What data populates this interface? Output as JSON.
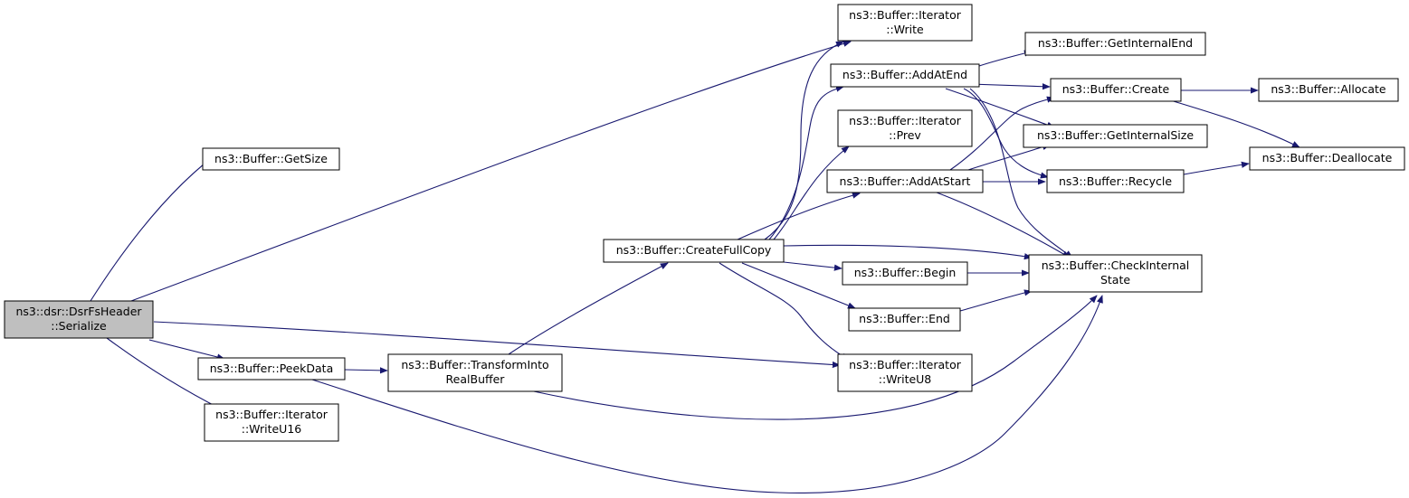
{
  "nodes": {
    "serialize": [
      "ns3::dsr::DsrFsHeader",
      "::Serialize"
    ],
    "getsize": [
      "ns3::Buffer::GetSize"
    ],
    "peekdata": [
      "ns3::Buffer::PeekData"
    ],
    "writeu16": [
      "ns3::Buffer::Iterator",
      "::WriteU16"
    ],
    "transform": [
      "ns3::Buffer::TransformInto",
      "RealBuffer"
    ],
    "createfullcopy": [
      "ns3::Buffer::CreateFullCopy"
    ],
    "write": [
      "ns3::Buffer::Iterator",
      "::Write"
    ],
    "addatend": [
      "ns3::Buffer::AddAtEnd"
    ],
    "prev": [
      "ns3::Buffer::Iterator",
      "::Prev"
    ],
    "addatstart": [
      "ns3::Buffer::AddAtStart"
    ],
    "begin": [
      "ns3::Buffer::Begin"
    ],
    "end": [
      "ns3::Buffer::End"
    ],
    "writeu8": [
      "ns3::Buffer::Iterator",
      "::WriteU8"
    ],
    "getinternalend": [
      "ns3::Buffer::GetInternalEnd"
    ],
    "create": [
      "ns3::Buffer::Create"
    ],
    "getinternalsize": [
      "ns3::Buffer::GetInternalSize"
    ],
    "recycle": [
      "ns3::Buffer::Recycle"
    ],
    "checkinternal": [
      "ns3::Buffer::CheckInternal",
      "State"
    ],
    "allocate": [
      "ns3::Buffer::Allocate"
    ],
    "deallocate": [
      "ns3::Buffer::Deallocate"
    ]
  },
  "colors": {
    "edge": "#191970",
    "root_fill": "#bfbfbf",
    "node_fill": "#ffffff"
  }
}
